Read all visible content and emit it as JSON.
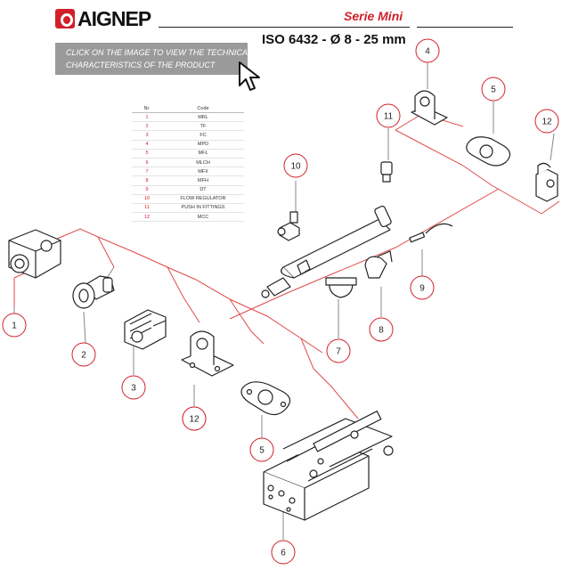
{
  "brand": {
    "logo_text": "AIGNEP",
    "accent": "#d0202a"
  },
  "header": {
    "series": "Serie Mini",
    "standard": "ISO 6432 - Ø 8 - 25 mm"
  },
  "banner": {
    "line1": "CLICK ON THE IMAGE TO VIEW THE TECHNICAL",
    "line2": "CHARACTERISTICS OF THE PRODUCT",
    "icon": "arrow-cursor-icon"
  },
  "parts_table": {
    "headers": [
      "Nr.",
      "Code"
    ],
    "rows": [
      {
        "nr": "1",
        "code": "MRL"
      },
      {
        "nr": "2",
        "code": "TF"
      },
      {
        "nr": "3",
        "code": "FC"
      },
      {
        "nr": "4",
        "code": "MPD"
      },
      {
        "nr": "5",
        "code": "MFL"
      },
      {
        "nr": "6",
        "code": "MLCH"
      },
      {
        "nr": "7",
        "code": "MFX"
      },
      {
        "nr": "8",
        "code": "MFH"
      },
      {
        "nr": "9",
        "code": "DT"
      },
      {
        "nr": "10",
        "code": "FLOW REGULATOR"
      },
      {
        "nr": "11",
        "code": "PUSH IN FITTINGS"
      },
      {
        "nr": "12",
        "code": "MCC"
      }
    ]
  },
  "callouts": [
    "1",
    "2",
    "3",
    "4",
    "5",
    "6",
    "7",
    "8",
    "9",
    "10",
    "11",
    "12",
    "4",
    "5",
    "12"
  ]
}
